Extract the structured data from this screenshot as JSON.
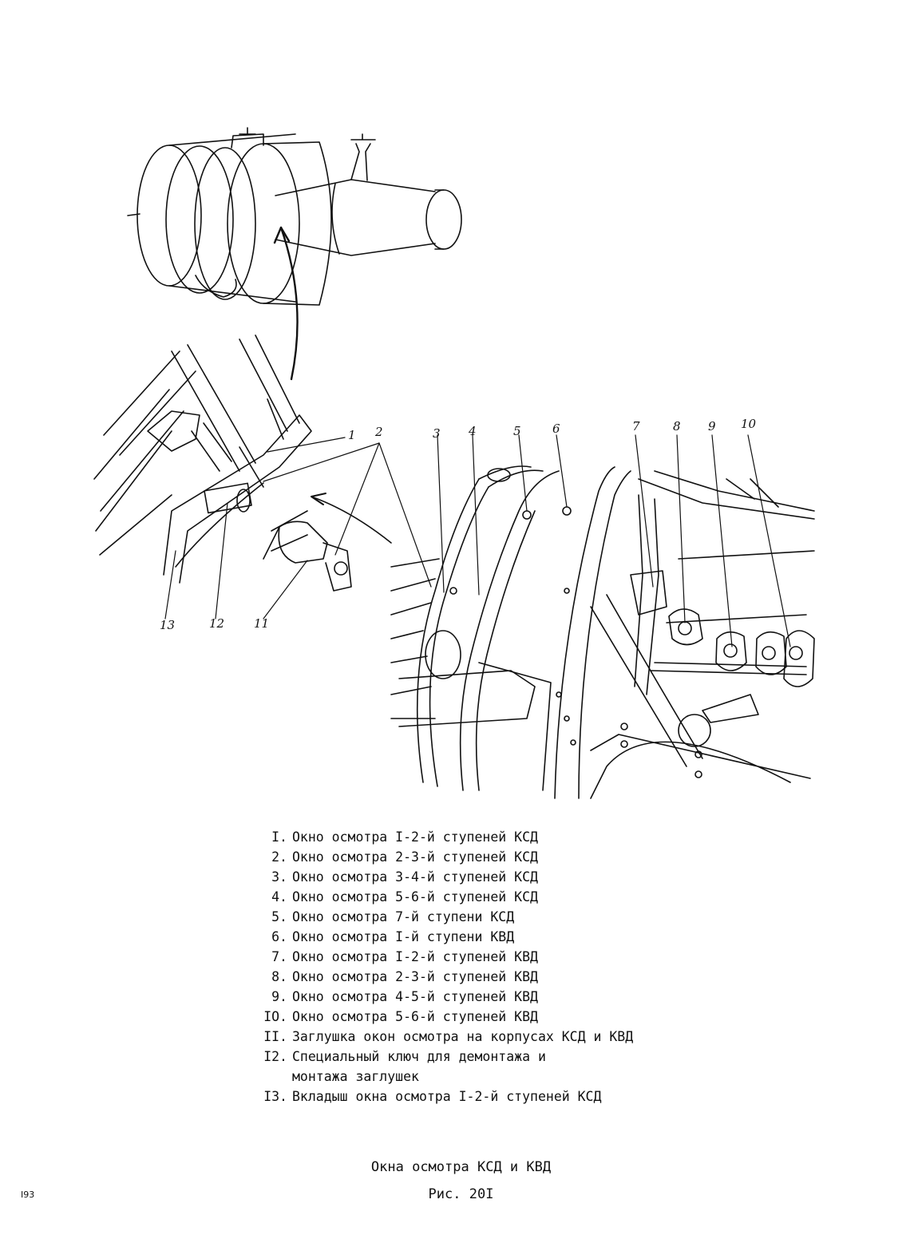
{
  "diagram": {
    "callouts": [
      "1",
      "2",
      "3",
      "4",
      "5",
      "6",
      "7",
      "8",
      "9",
      "10",
      "11",
      "12",
      "13"
    ]
  },
  "legend": [
    {
      "num": "I.",
      "text": "Окно осмотра I-2-й ступеней КСД"
    },
    {
      "num": "2.",
      "text": "Окно осмотра 2-3-й ступеней КСД"
    },
    {
      "num": "3.",
      "text": "Окно осмотра 3-4-й ступеней КСД"
    },
    {
      "num": "4.",
      "text": "Окно осмотра 5-6-й ступеней КСД"
    },
    {
      "num": "5.",
      "text": "Окно осмотра 7-й ступени КСД"
    },
    {
      "num": "6.",
      "text": "Окно осмотра I-й ступени КВД"
    },
    {
      "num": "7.",
      "text": "Окно осмотра I-2-й ступеней КВД"
    },
    {
      "num": "8.",
      "text": "Окно осмотра 2-3-й ступеней КВД"
    },
    {
      "num": "9.",
      "text": "Окно осмотра 4-5-й ступеней КВД"
    },
    {
      "num": "IO.",
      "text": "Окно осмотра 5-6-й ступеней КВД"
    },
    {
      "num": "II.",
      "text": "Заглушка окон осмотра на корпусах КСД и КВД"
    },
    {
      "num": "I2.",
      "text": "Специальный ключ для демонтажа и\nмонтажа заглушек"
    },
    {
      "num": "I3.",
      "text": "Вкладыш окна осмотра I-2-й ступеней КСД"
    }
  ],
  "caption": "Окна осмотра КСД и КВД",
  "figure_number": "Рис. 20I",
  "page_number": "I93"
}
